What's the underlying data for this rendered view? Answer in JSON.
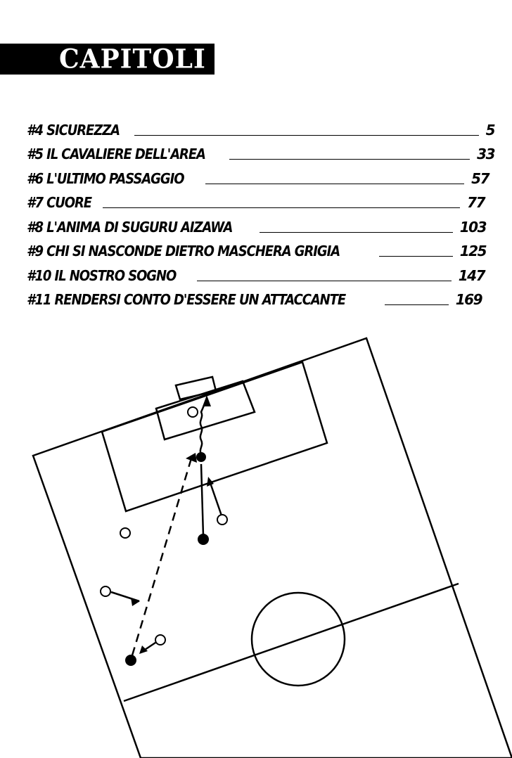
{
  "header": {
    "title": "CAPITOLI"
  },
  "toc": [
    {
      "label": "#4 SICUREZZA",
      "page": "5",
      "pad_right": 0
    },
    {
      "label": "#5 IL CAVALIERE DELL'AREA",
      "page": "33",
      "pad_right": 0
    },
    {
      "label": "#6 L'ULTIMO PASSAGGIO",
      "page": "57",
      "pad_right": 8
    },
    {
      "label": "#7 CUORE",
      "page": "77",
      "pad_right": 14
    },
    {
      "label": "#8 L'ANIMA DI SUGURU AIZAWA",
      "page": "103",
      "pad_right": 12
    },
    {
      "label": "#9 CHI SI NASCONDE DIETRO MASCHERA GRIGIA",
      "page": "125",
      "pad_right": 12
    },
    {
      "label": "#10 IL NOSTRO SOGNO",
      "page": "147",
      "pad_right": 14
    },
    {
      "label": "#11 RENDERSI CONTO D'ESSERE UN ATTACCANTE",
      "page": "169",
      "pad_right": 18
    }
  ],
  "colors": {
    "ink": "#000000",
    "paper": "#ffffff"
  }
}
